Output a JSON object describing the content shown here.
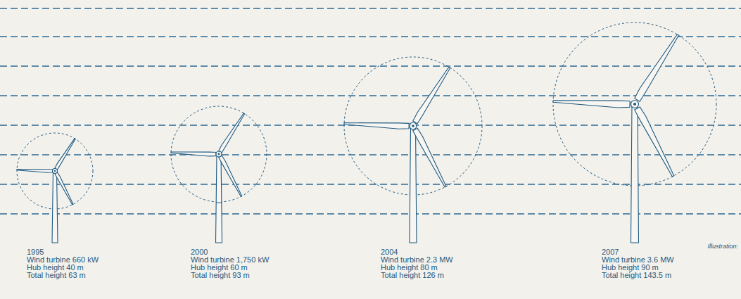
{
  "diagram": {
    "labels": [
      "1995",
      "Wind turbine 660 kW",
      "Hub height 40 m",
      "Total height 63 m",
      "2000",
      "Wind turbine 1,750 kW",
      "Hub height 60 m",
      "Total height 93 m",
      "2004",
      "Wind turbine 2.3 MW",
      "Hub height 80 m",
      "Total height 126 m",
      "2007",
      "Wind turbine 3.6 MW",
      "Hub height 90 m",
      "Total height 143.5 m",
      "Illustration:"
    ]
  }
}
